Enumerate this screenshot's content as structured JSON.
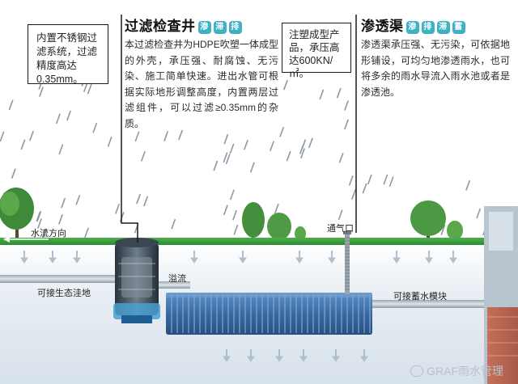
{
  "left_callout": {
    "text": "内置不锈钢过滤系统，过滤精度高达0.35mm。"
  },
  "inspection_well": {
    "title": "过滤检查井",
    "badges": [
      "渗",
      "滞",
      "排"
    ],
    "description": "本过滤检查井为HDPE吹塑一体成型的外壳，承压强、耐腐蚀、无污染、施工简单快速。进出水管可根据实际地形调整高度，内置两层过滤组件，可以过滤≥0.35mm的杂质。"
  },
  "middle_callout": {
    "text": "注塑成型产品，承压高达600KN/㎡。"
  },
  "infiltration_channel": {
    "title": "渗透渠",
    "badges": [
      "渗",
      "排",
      "滞",
      "蓄"
    ],
    "description": "渗透渠承压强、无污染，可依据地形铺设，可均匀地渗透雨水，也可将多余的雨水导流入雨水池或者是渗透池。"
  },
  "labels": {
    "water_flow": "水流方向",
    "eco_pond": "可接生态洼地",
    "overflow": "溢流",
    "vent": "通气口",
    "storage_module": "可接蓄水模块"
  },
  "watermark": "GRAF雨水管理",
  "colors": {
    "grass": "#2f9a3a",
    "soil": "#dde6ee",
    "water_arrow": "#aebfcd",
    "module_blue": "#3e6fa8",
    "badge": "#3fb1c4"
  }
}
